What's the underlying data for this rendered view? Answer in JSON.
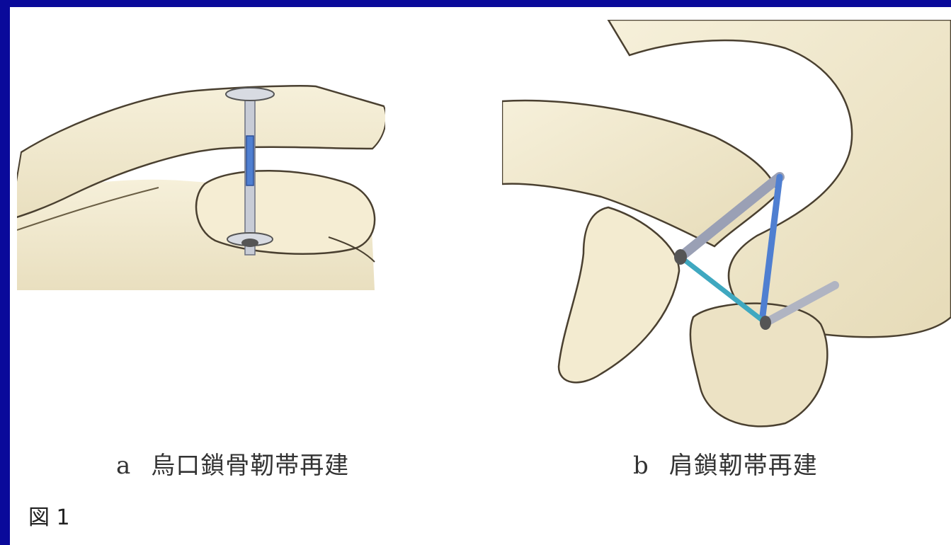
{
  "figure": {
    "label": "図 1",
    "panels": [
      {
        "letter": "a",
        "title": "烏口鎖骨靭帯再建"
      },
      {
        "letter": "b",
        "title": "肩鎖靭帯再建"
      }
    ]
  },
  "colors": {
    "background": "#0a0a9a",
    "bone_fill": "#f3ebd0",
    "bone_outline": "#4a4030",
    "screw_blue": "#4f7fd1",
    "graft_teal": "#3fa8c0",
    "graft_gray": "#9aa0b5"
  }
}
